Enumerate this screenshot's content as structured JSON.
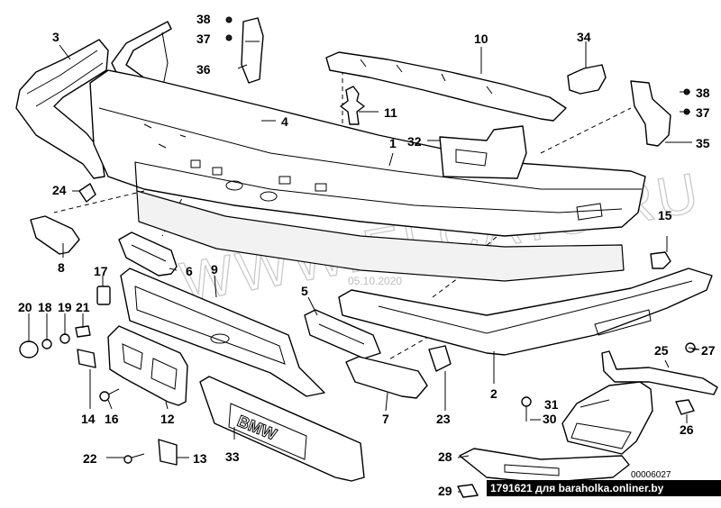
{
  "diagram": {
    "watermark": "WWW.ELCATS.RU",
    "watermark_date": "05.10.2020",
    "figure_code": "00006027",
    "footer_text": "1791621 для baraholka.onliner.by",
    "callouts": [
      {
        "id": "c1",
        "label": "1"
      },
      {
        "id": "c2",
        "label": "2"
      },
      {
        "id": "c3",
        "label": "3"
      },
      {
        "id": "c4",
        "label": "4"
      },
      {
        "id": "c5",
        "label": "5"
      },
      {
        "id": "c6",
        "label": "6"
      },
      {
        "id": "c7",
        "label": "7"
      },
      {
        "id": "c8",
        "label": "8"
      },
      {
        "id": "c9",
        "label": "9"
      },
      {
        "id": "c10",
        "label": "10"
      },
      {
        "id": "c11",
        "label": "11"
      },
      {
        "id": "c12",
        "label": "12"
      },
      {
        "id": "c13",
        "label": "13"
      },
      {
        "id": "c14",
        "label": "14"
      },
      {
        "id": "c15",
        "label": "15"
      },
      {
        "id": "c16",
        "label": "16"
      },
      {
        "id": "c17",
        "label": "17"
      },
      {
        "id": "c18",
        "label": "18"
      },
      {
        "id": "c19",
        "label": "19"
      },
      {
        "id": "c20",
        "label": "20"
      },
      {
        "id": "c21",
        "label": "21"
      },
      {
        "id": "c22",
        "label": "22"
      },
      {
        "id": "c23",
        "label": "23"
      },
      {
        "id": "c24",
        "label": "24"
      },
      {
        "id": "c25",
        "label": "25"
      },
      {
        "id": "c26",
        "label": "26"
      },
      {
        "id": "c27",
        "label": "27"
      },
      {
        "id": "c28",
        "label": "28"
      },
      {
        "id": "c29",
        "label": "29"
      },
      {
        "id": "c30",
        "label": "30"
      },
      {
        "id": "c31",
        "label": "31"
      },
      {
        "id": "c32",
        "label": "32"
      },
      {
        "id": "c33",
        "label": "33"
      },
      {
        "id": "c34",
        "label": "34"
      },
      {
        "id": "c35",
        "label": "35"
      },
      {
        "id": "c36",
        "label": "36"
      },
      {
        "id": "c37a",
        "label": "37"
      },
      {
        "id": "c37b",
        "label": "37"
      },
      {
        "id": "c38a",
        "label": "38"
      },
      {
        "id": "c38b",
        "label": "38"
      }
    ],
    "grille_text": "BMW"
  }
}
